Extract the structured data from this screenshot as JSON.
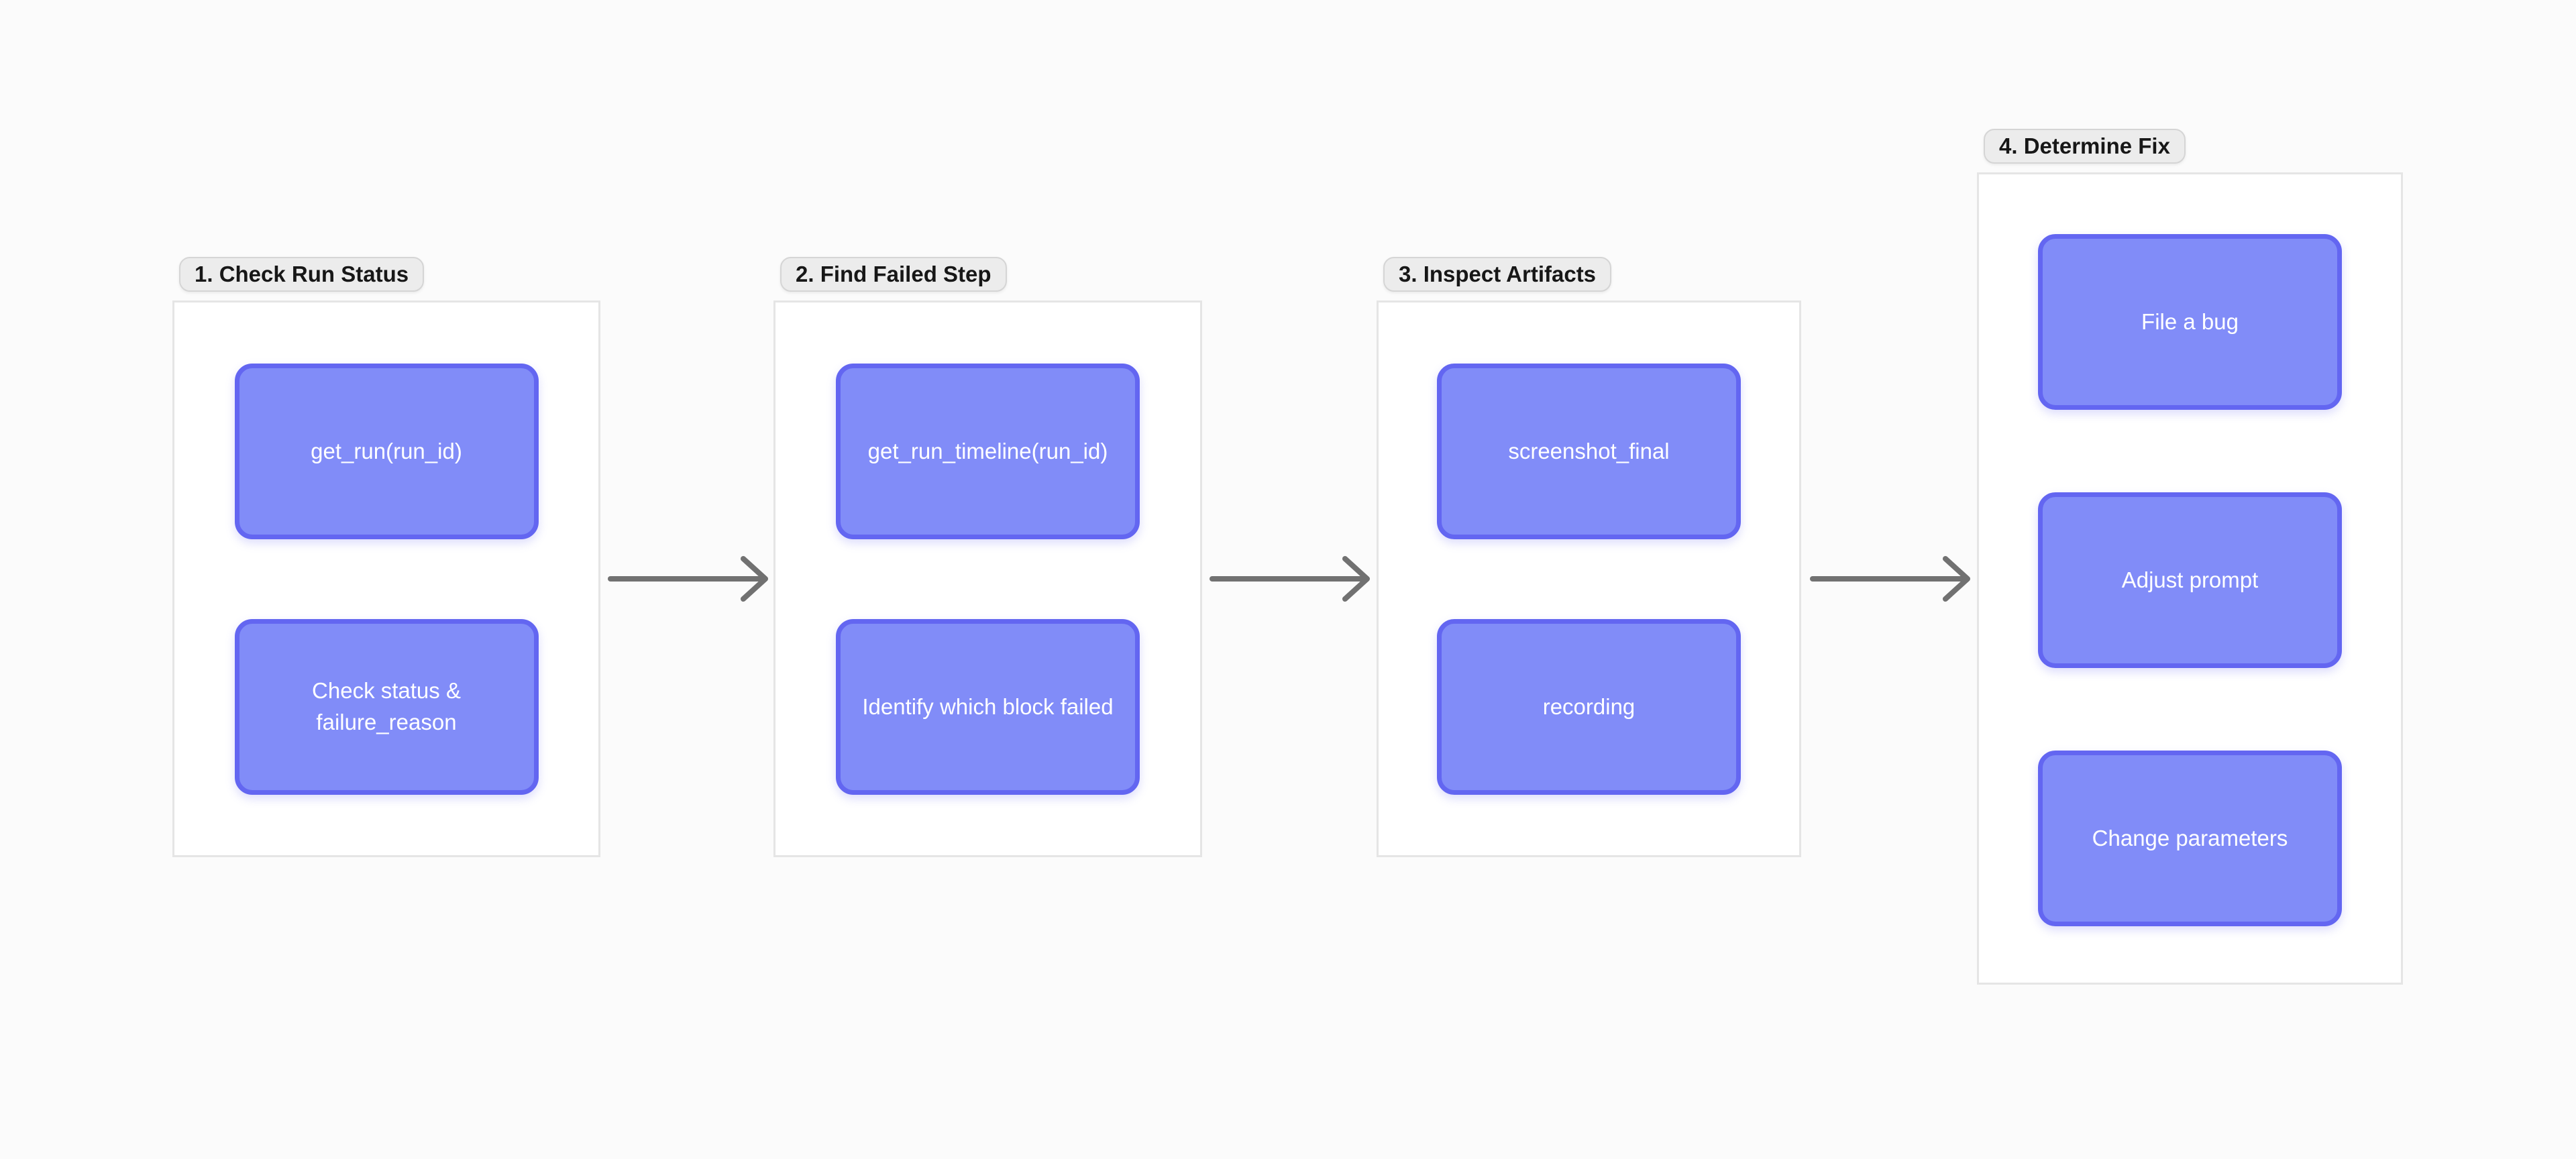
{
  "colors": {
    "canvas-bg": "#fbfbfb",
    "group-bg": "#ffffff",
    "group-border": "#e5e5e5",
    "badge-bg": "#ececec",
    "badge-border": "#d5d5d5",
    "badge-text": "#171717",
    "node-fill": "#818cf8",
    "node-border": "#6366f1",
    "node-text": "#ffffff",
    "arrow-color": "#717171"
  },
  "diagram": {
    "groups": [
      {
        "label": "1. Check Run Status",
        "nodes": [
          "get_run(run_id)",
          "Check status & failure_reason"
        ]
      },
      {
        "label": "2. Find Failed Step",
        "nodes": [
          "get_run_timeline(run_id)",
          "Identify which block failed"
        ]
      },
      {
        "label": "3. Inspect Artifacts",
        "nodes": [
          "screenshot_final",
          "recording"
        ]
      },
      {
        "label": "4. Determine Fix",
        "nodes": [
          "File a bug",
          "Adjust prompt",
          "Change parameters"
        ]
      }
    ],
    "arrows": [
      {
        "from": "1. Check Run Status",
        "to": "2. Find Failed Step"
      },
      {
        "from": "2. Find Failed Step",
        "to": "3. Inspect Artifacts"
      },
      {
        "from": "3. Inspect Artifacts",
        "to": "4. Determine Fix"
      }
    ]
  }
}
